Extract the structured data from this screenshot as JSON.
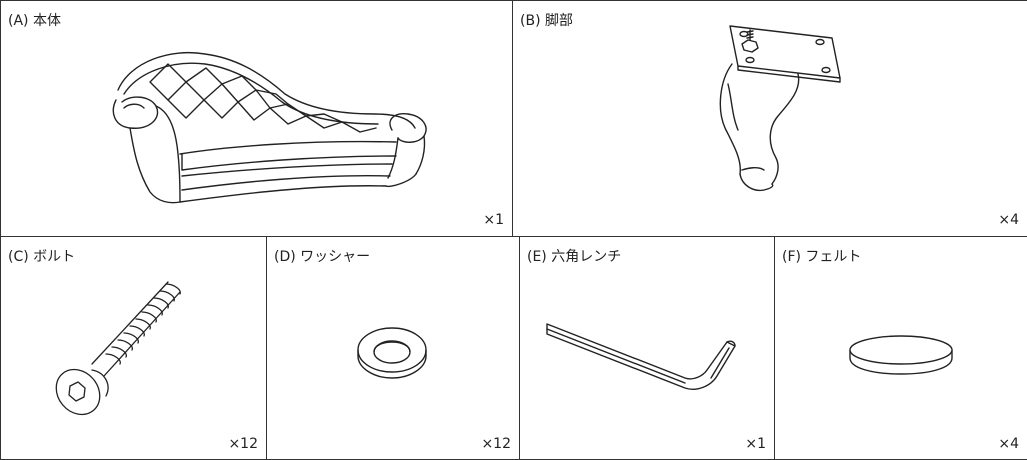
{
  "parts": [
    {
      "label": "(A) 本体",
      "qty": "×1",
      "art": "sofa-icon"
    },
    {
      "label": "(B) 脚部",
      "qty": "×4",
      "art": "leg-icon"
    },
    {
      "label": "(C) ボルト",
      "qty": "×12",
      "art": "bolt-icon"
    },
    {
      "label": "(D) ワッシャー",
      "qty": "×12",
      "art": "washer-icon"
    },
    {
      "label": "(E) 六角レンチ",
      "qty": "×1",
      "art": "hex-wrench-icon"
    },
    {
      "label": "(F) フェルト",
      "qty": "×4",
      "art": "felt-pad-icon"
    }
  ],
  "colors": {
    "line": "#333333",
    "fill_light": "#f2f2f2"
  }
}
